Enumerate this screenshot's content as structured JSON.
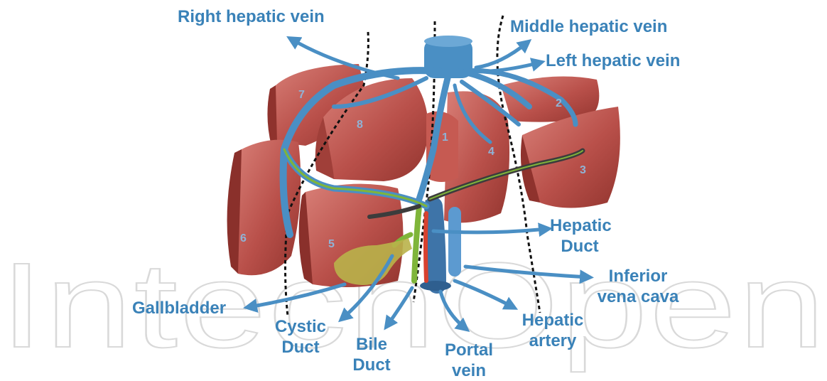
{
  "watermark": "IntechOpen",
  "segments": [
    "7",
    "8",
    "1",
    "2",
    "4",
    "3",
    "6",
    "5"
  ],
  "labels": {
    "right_hepatic_vein": "Right hepatic vein",
    "middle_hepatic_vein": "Middle hepatic vein",
    "left_hepatic_vein": "Left hepatic vein",
    "hepatic_duct": [
      "Hepatic",
      "Duct"
    ],
    "inferior_vena_cava": [
      "Inferior",
      "vena cava"
    ],
    "gallbladder": "Gallbladder",
    "cystic_duct": [
      "Cystic",
      "Duct"
    ],
    "bile_duct": [
      "Bile",
      "Duct"
    ],
    "portal_vein": [
      "Portal",
      "vein"
    ],
    "hepatic_artery": [
      "Hepatic",
      "artery"
    ]
  },
  "colors": {
    "label_blue": "#3a82b8",
    "vein_blue": "#4a8fc4",
    "liver_red": "#b9504a",
    "liver_light": "#d97b72",
    "duct_green": "#7fb53a",
    "artery_red": "#d8412f",
    "gallbladder": "#b9b24a"
  }
}
